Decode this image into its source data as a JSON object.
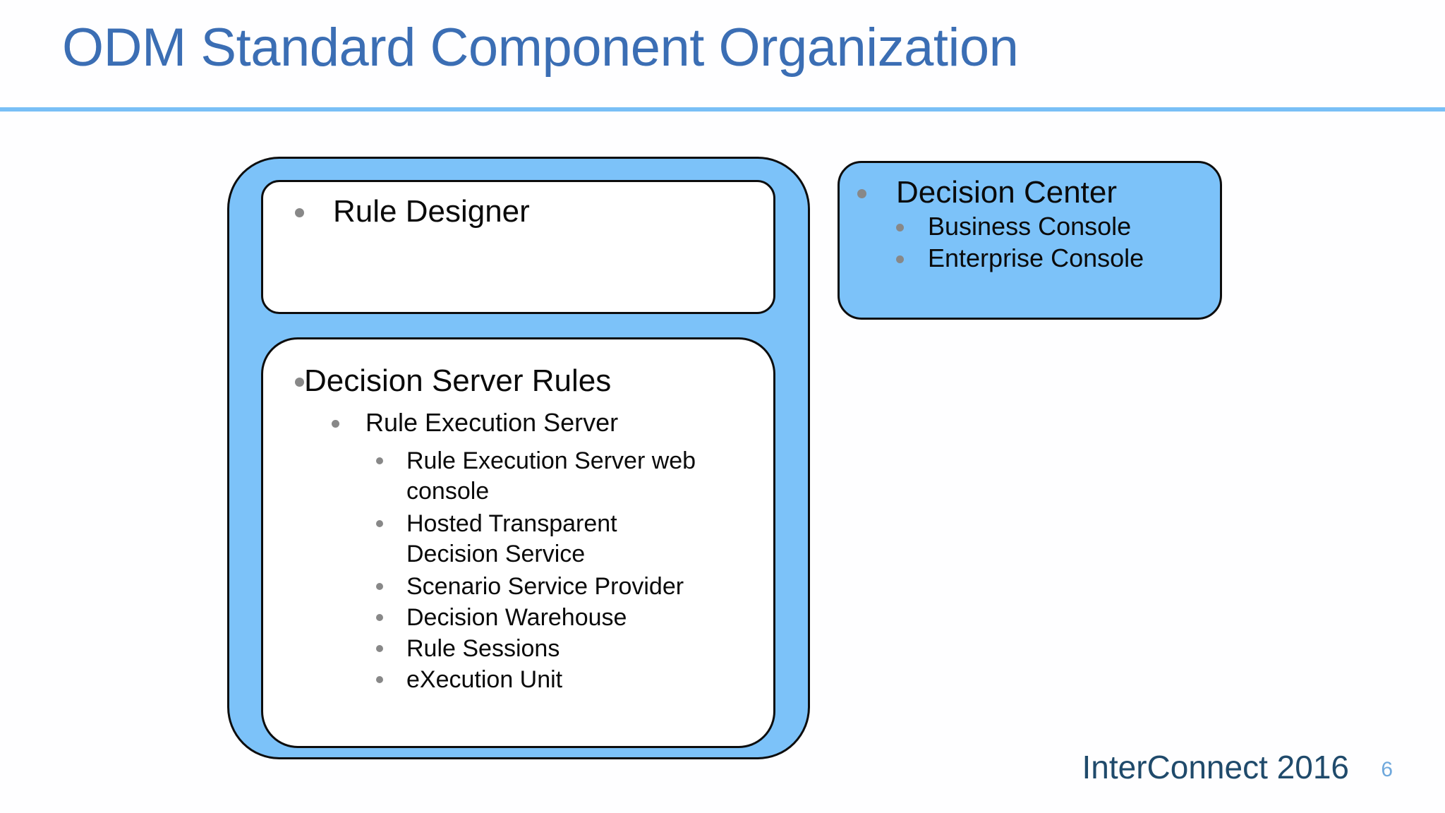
{
  "slide": {
    "title": "ODM Standard Component Organization",
    "accent_title_color": "#3b6eb4",
    "rule_color": "#79bff6",
    "panel_blue": "#7cc2f9",
    "bullet_gray": "#888888",
    "background": "#fefeff"
  },
  "group": {
    "designer": {
      "label": "Rule Designer"
    },
    "server": {
      "label": "Decision Server Rules",
      "child": {
        "label": "Rule Execution Server",
        "items": [
          "Rule Execution Server web console",
          "Hosted Transparent Decision Service",
          "Scenario Service Provider",
          "Decision Warehouse",
          "Rule Sessions",
          "eXecution Unit"
        ]
      }
    }
  },
  "decision_center": {
    "label": "Decision Center",
    "items": [
      "Business Console",
      "Enterprise Console"
    ]
  },
  "footer": {
    "brand": "InterConnect 2016",
    "page_number": "6"
  }
}
